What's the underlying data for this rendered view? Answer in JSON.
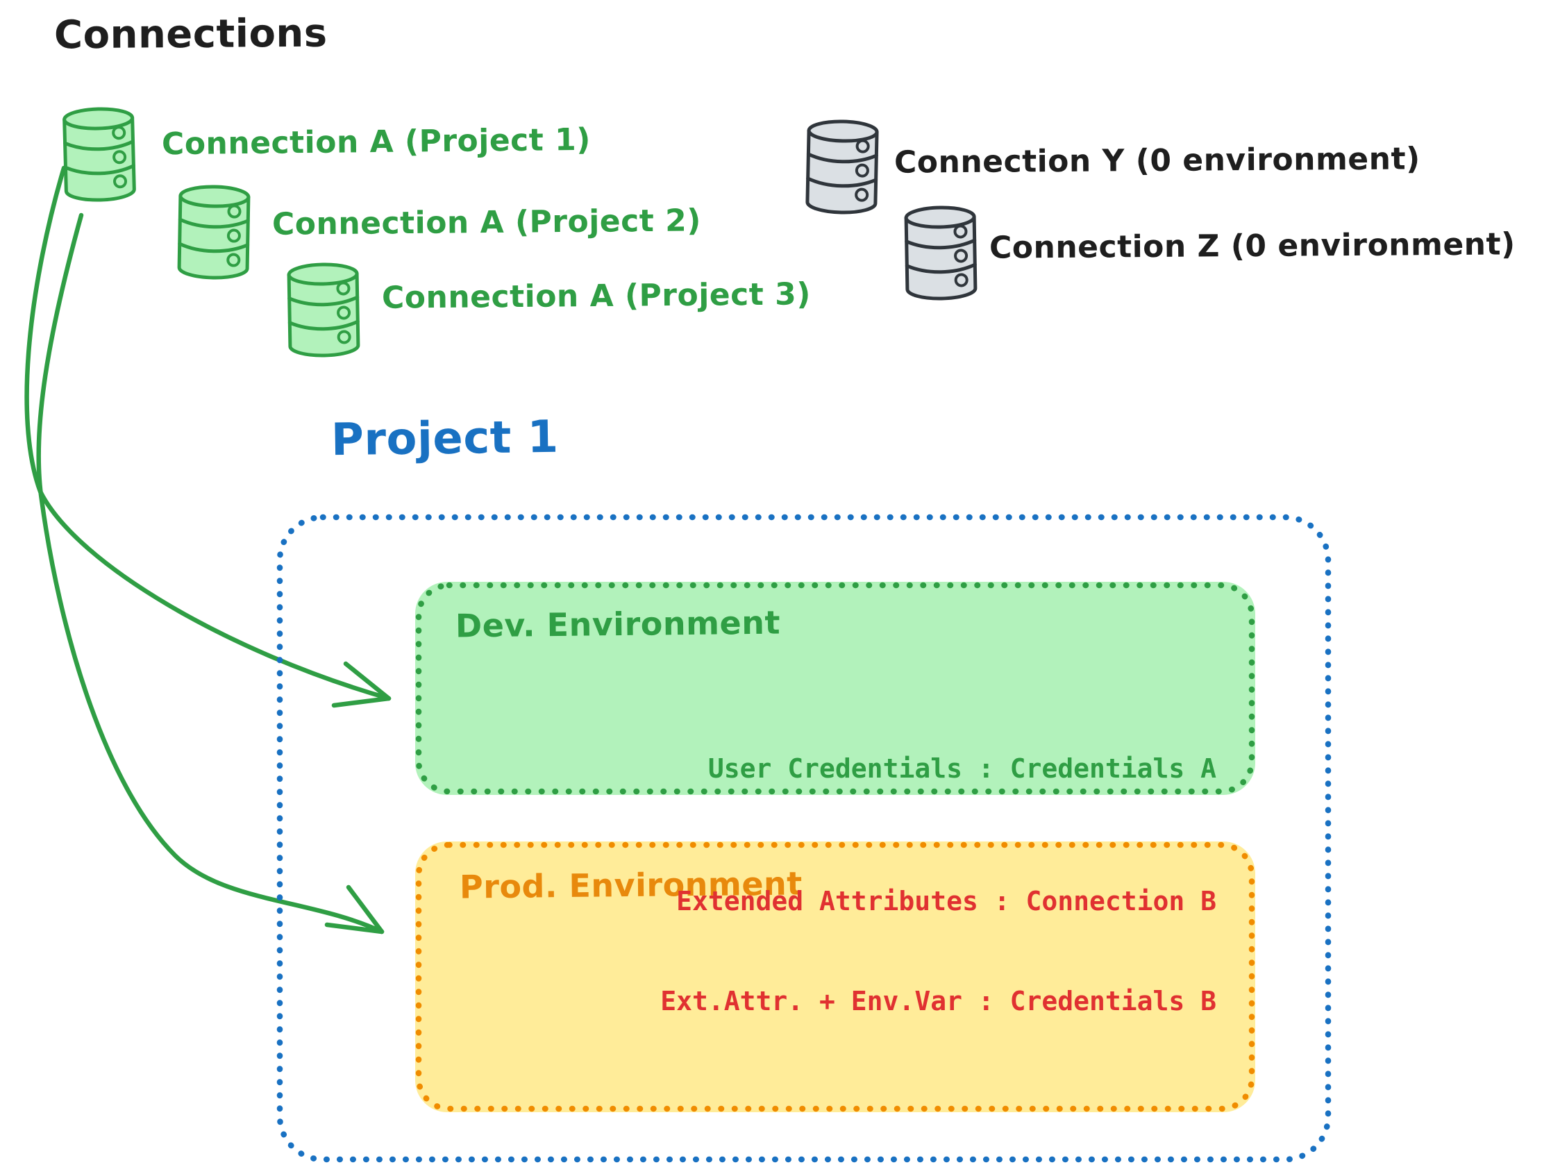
{
  "heading": "Connections",
  "connections": {
    "project_scoped": [
      {
        "label": "Connection A (Project 1)"
      },
      {
        "label": "Connection A (Project 2)"
      },
      {
        "label": "Connection A (Project 3)"
      }
    ],
    "unscoped": [
      {
        "label": "Connection Y (0 environment)"
      },
      {
        "label": "Connection Z (0 environment)"
      }
    ]
  },
  "project": {
    "title": "Project 1",
    "dev_environment": {
      "title": "Dev. Environment",
      "mapping": "User Credentials : Credentials A"
    },
    "prod_environment": {
      "title": "Prod. Environment",
      "mappings": [
        "Extended Attributes : Connection B",
        "Ext.Attr. + Env.Var : Credentials B"
      ]
    }
  },
  "icons": {
    "database": "database-icon",
    "arrow": "curved-arrow"
  },
  "colors": {
    "green_stroke": "#2f9e44",
    "green_fill": "#b2f2bb",
    "gray_stroke": "#2f353b",
    "gray_fill": "#dbe0e4",
    "blue": "#1971c2",
    "orange_stroke": "#f08c00",
    "orange_text": "#e8890c",
    "yellow_fill": "#ffec99",
    "red": "#e03131",
    "black": "#1e1e1e"
  }
}
